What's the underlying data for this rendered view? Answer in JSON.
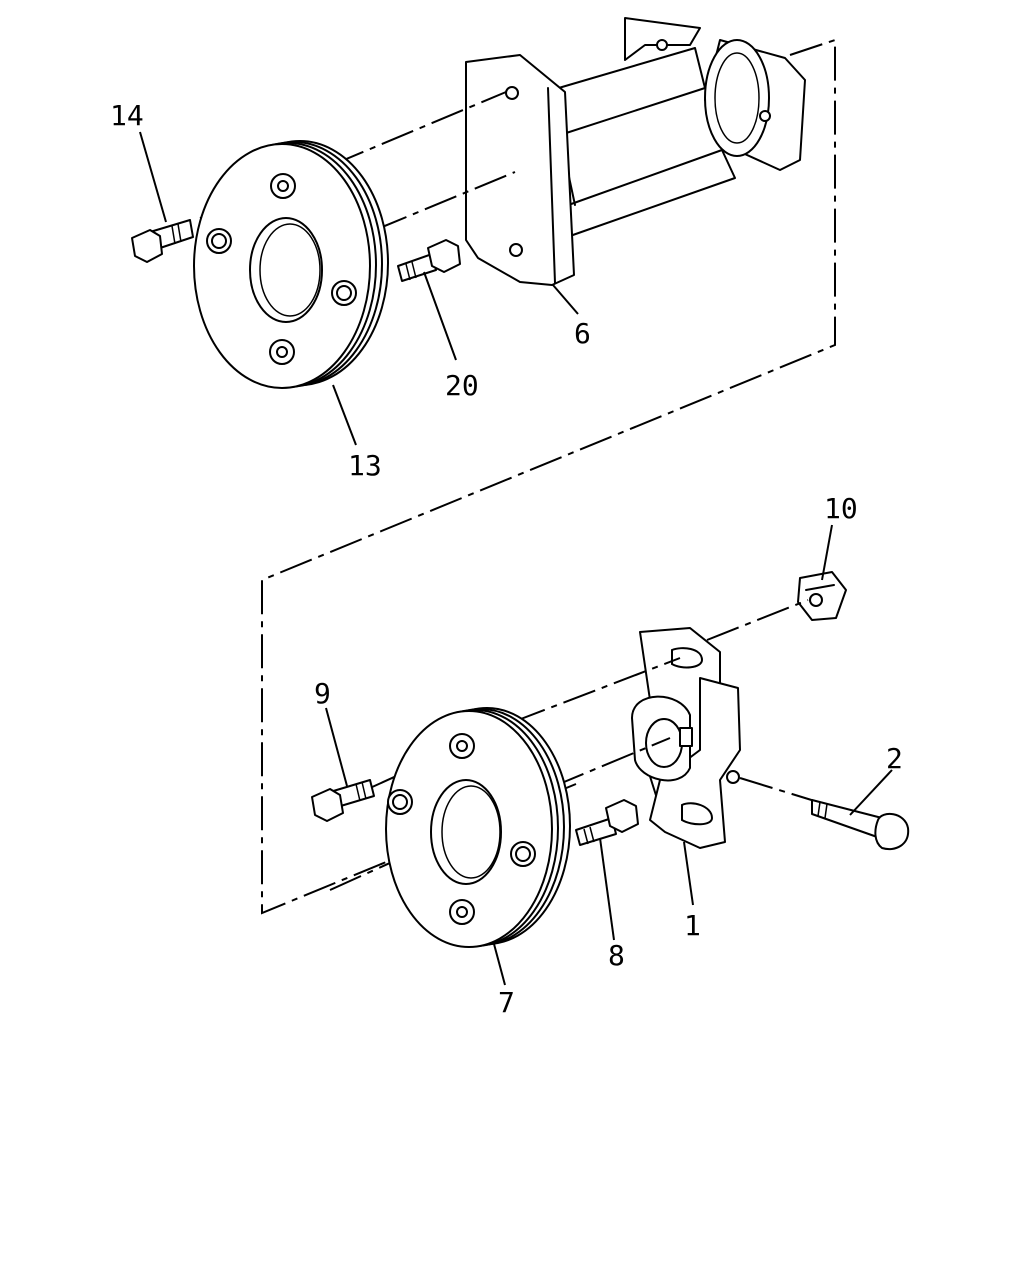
{
  "diagram": {
    "callouts": {
      "c14": "14",
      "c13": "13",
      "c20": "20",
      "c6": "6",
      "c10": "10",
      "c9": "9",
      "c2": "2",
      "c1": "1",
      "c8": "8",
      "c7": "7"
    },
    "colors": {
      "ink": "#000000",
      "paper": "#ffffff"
    }
  }
}
